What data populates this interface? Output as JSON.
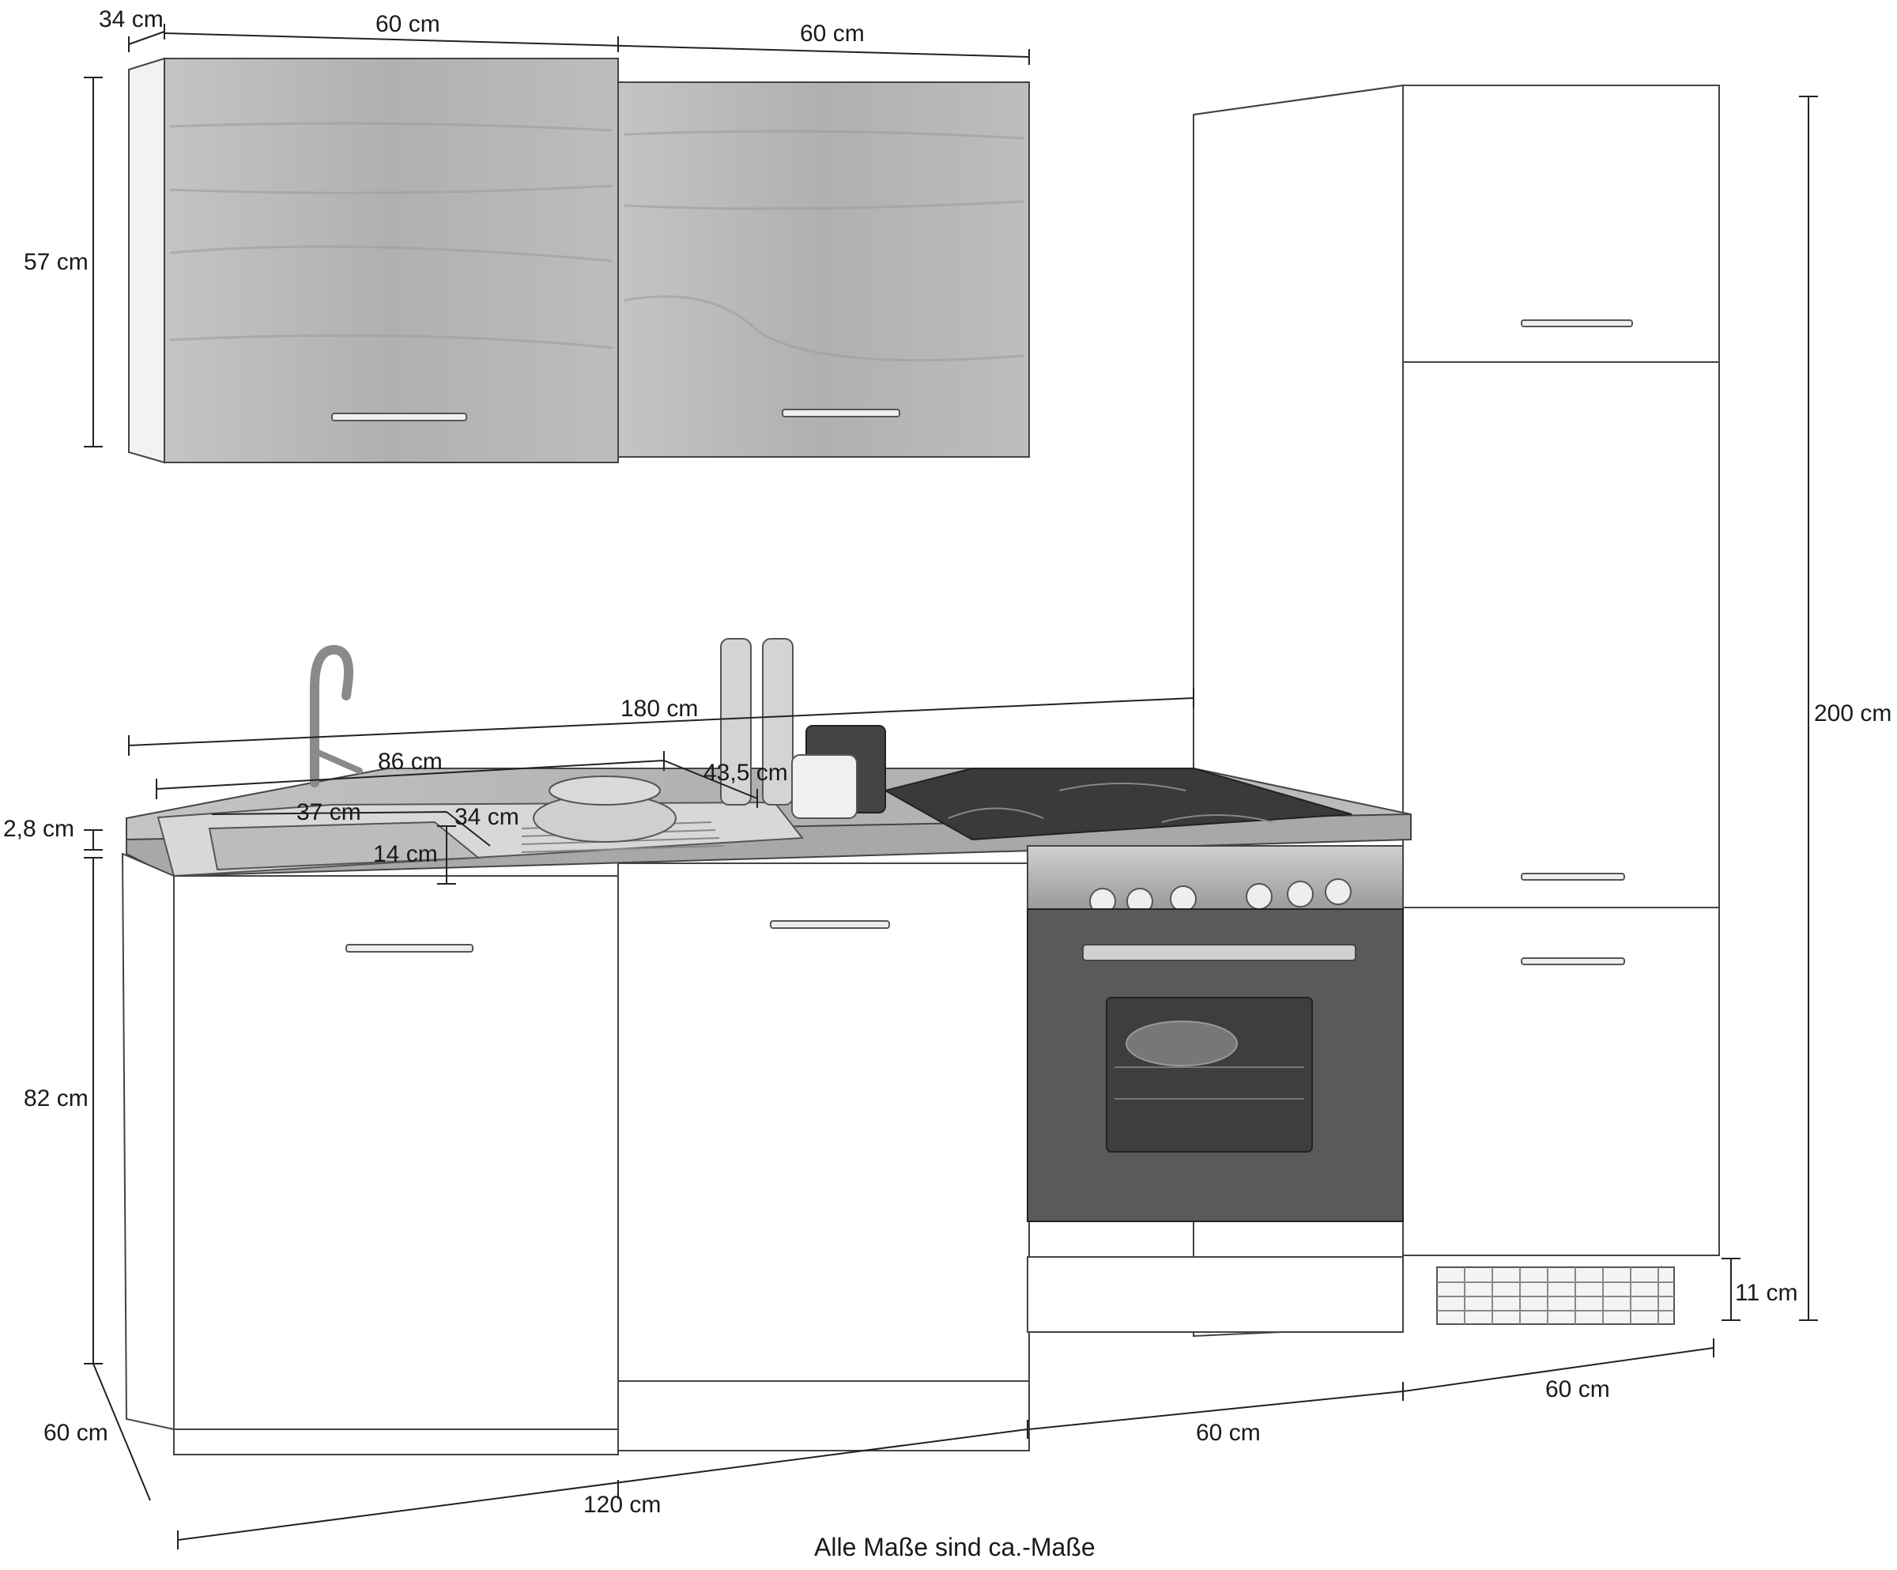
{
  "colors": {
    "line": "#222222",
    "wood": "#b9b9b9",
    "wood_dark": "#9a9a9a",
    "white_front": "#ffffff",
    "oven_dark": "#5a5a5a",
    "cooktop": "#3a3a3a",
    "steel": "#a8a8a8"
  },
  "dimensions": {
    "upper_depth": "34 cm",
    "upper_width_left": "60 cm",
    "upper_width_right": "60 cm",
    "upper_height": "57 cm",
    "tall_height": "200 cm",
    "counter_length": "180 cm",
    "sink_length": "86 cm",
    "sink_depth": "43,5 cm",
    "worktop_thickness": "2,8 cm",
    "bowl_width": "37 cm",
    "bowl_depth": "34 cm",
    "bowl_height": "14 cm",
    "base_height": "82 cm",
    "base_depth": "60 cm",
    "base_width_sink": "120 cm",
    "base_width_oven": "60 cm",
    "base_width_tall": "60 cm",
    "plinth_height": "11 cm"
  },
  "footer": {
    "note": "Alle Maße sind ca.-Maße"
  }
}
